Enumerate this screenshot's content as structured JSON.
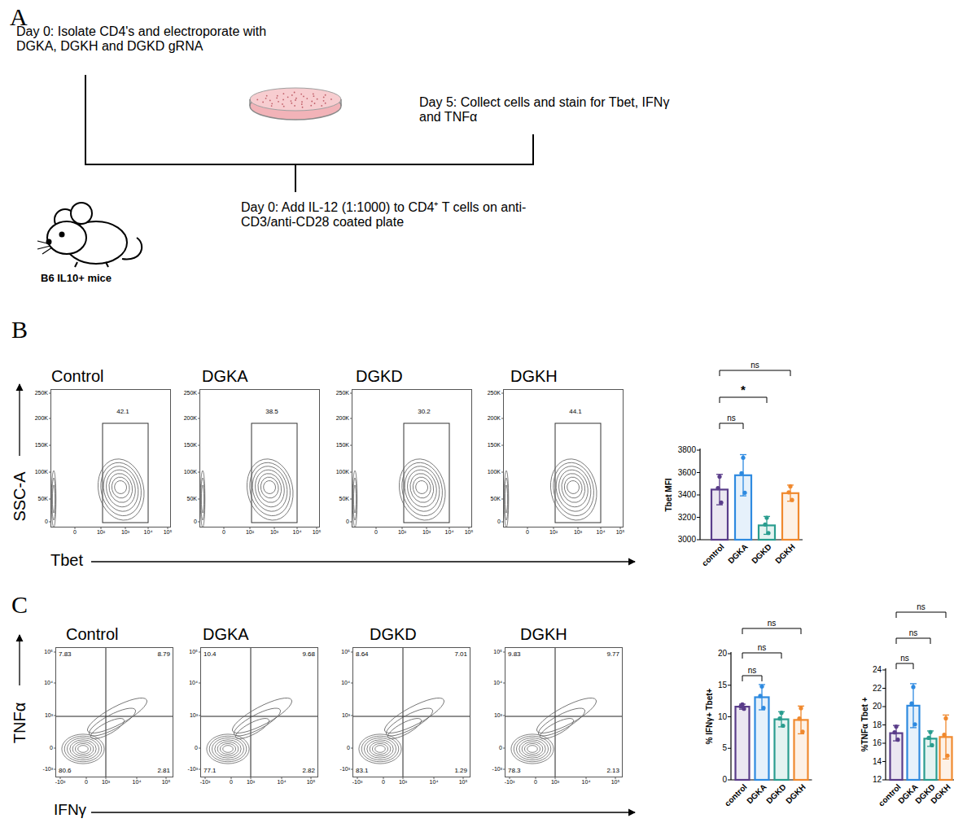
{
  "diagram": {
    "nodes": [
      {
        "text": [
          "Control",
          "42.1"
        ]
      },
      {
        "text": [
          "DGKA",
          "38.5"
        ]
      },
      {
        "text": [
          "DGKD",
          "30.2"
        ]
      },
      {
        "text": [
          "DGKH",
          "44.1"
        ]
      },
      {
        "text": [
          "Control",
          "7.83",
          "8.79",
          "80.6",
          "2.81"
        ]
      },
      {
        "text": [
          "DGKA",
          "10.4",
          "9.68",
          "77.1",
          "2.82"
        ]
      },
      {
        "text": [
          "DGKD",
          "8.64",
          "7.01",
          "83.1",
          "1.29"
        ]
      },
      {
        "text": [
          "DGKH",
          "9.83",
          "9.77",
          "78.3",
          "2.13"
        ]
      }
    ],
    "labels": [
      "A",
      "Day 0: Isolate CD4's and electroporate with DGKA, DGKH and DGKD gRNA",
      "Day 5: Collect cells and stain for Tbet, IFNγ and TNFα",
      "Day 0: Add IL-12 (1:1000) to CD4⁺ T cells on anti-CD3/anti-CD28 coated plate",
      "B6 IL10+ mice",
      "B",
      "SSC-A",
      "Tbet",
      "250K",
      "200K",
      "150K",
      "100K",
      "50K",
      "0",
      "0",
      "10²",
      "10³",
      "10⁴",
      "10⁵",
      "250K",
      "200K",
      "150K",
      "100K",
      "50K",
      "0",
      "0",
      "10²",
      "10³",
      "10⁴",
      "10⁵",
      "250K",
      "200K",
      "150K",
      "100K",
      "50K",
      "0",
      "0",
      "10²",
      "10³",
      "10⁴",
      "10⁵",
      "250K",
      "200K",
      "150K",
      "100K",
      "50K",
      "0",
      "0",
      "10²",
      "10³",
      "10⁴",
      "10⁵",
      "ns",
      "*",
      "ns",
      "Tbet MFI",
      "3800",
      "3600",
      "3400",
      "3200",
      "3000",
      "control",
      "DGKA",
      "DGKD",
      "DGKH",
      "C",
      "TNFα",
      "IFNγ",
      "10⁵",
      "10⁴",
      "10³",
      "0",
      "-10³",
      "-10³",
      "0",
      "10³",
      "10⁴",
      "10⁵",
      "10⁵",
      "10⁴",
      "10³",
      "0",
      "-10³",
      "-10³",
      "0",
      "10³",
      "10⁴",
      "10⁵",
      "10⁵",
      "10⁴",
      "10³",
      "0",
      "-10³",
      "-10³",
      "0",
      "10³",
      "10⁴",
      "10⁵",
      "10⁵",
      "10⁴",
      "10³",
      "0",
      "-10³",
      "-10³",
      "0",
      "10³",
      "10⁴",
      "10⁵",
      "ns",
      "ns",
      "ns",
      "% IFNγ+ Tbet+",
      "20",
      "15",
      "10",
      "5",
      "0",
      "control",
      "DGKA",
      "DGKD",
      "DGKH",
      "ns",
      "ns",
      "ns",
      "%TNFα Tbet +",
      "24",
      "22",
      "20",
      "18",
      "16",
      "14",
      "12",
      "control",
      "DGKA",
      "DGKD",
      "DGKH"
    ]
  }
}
